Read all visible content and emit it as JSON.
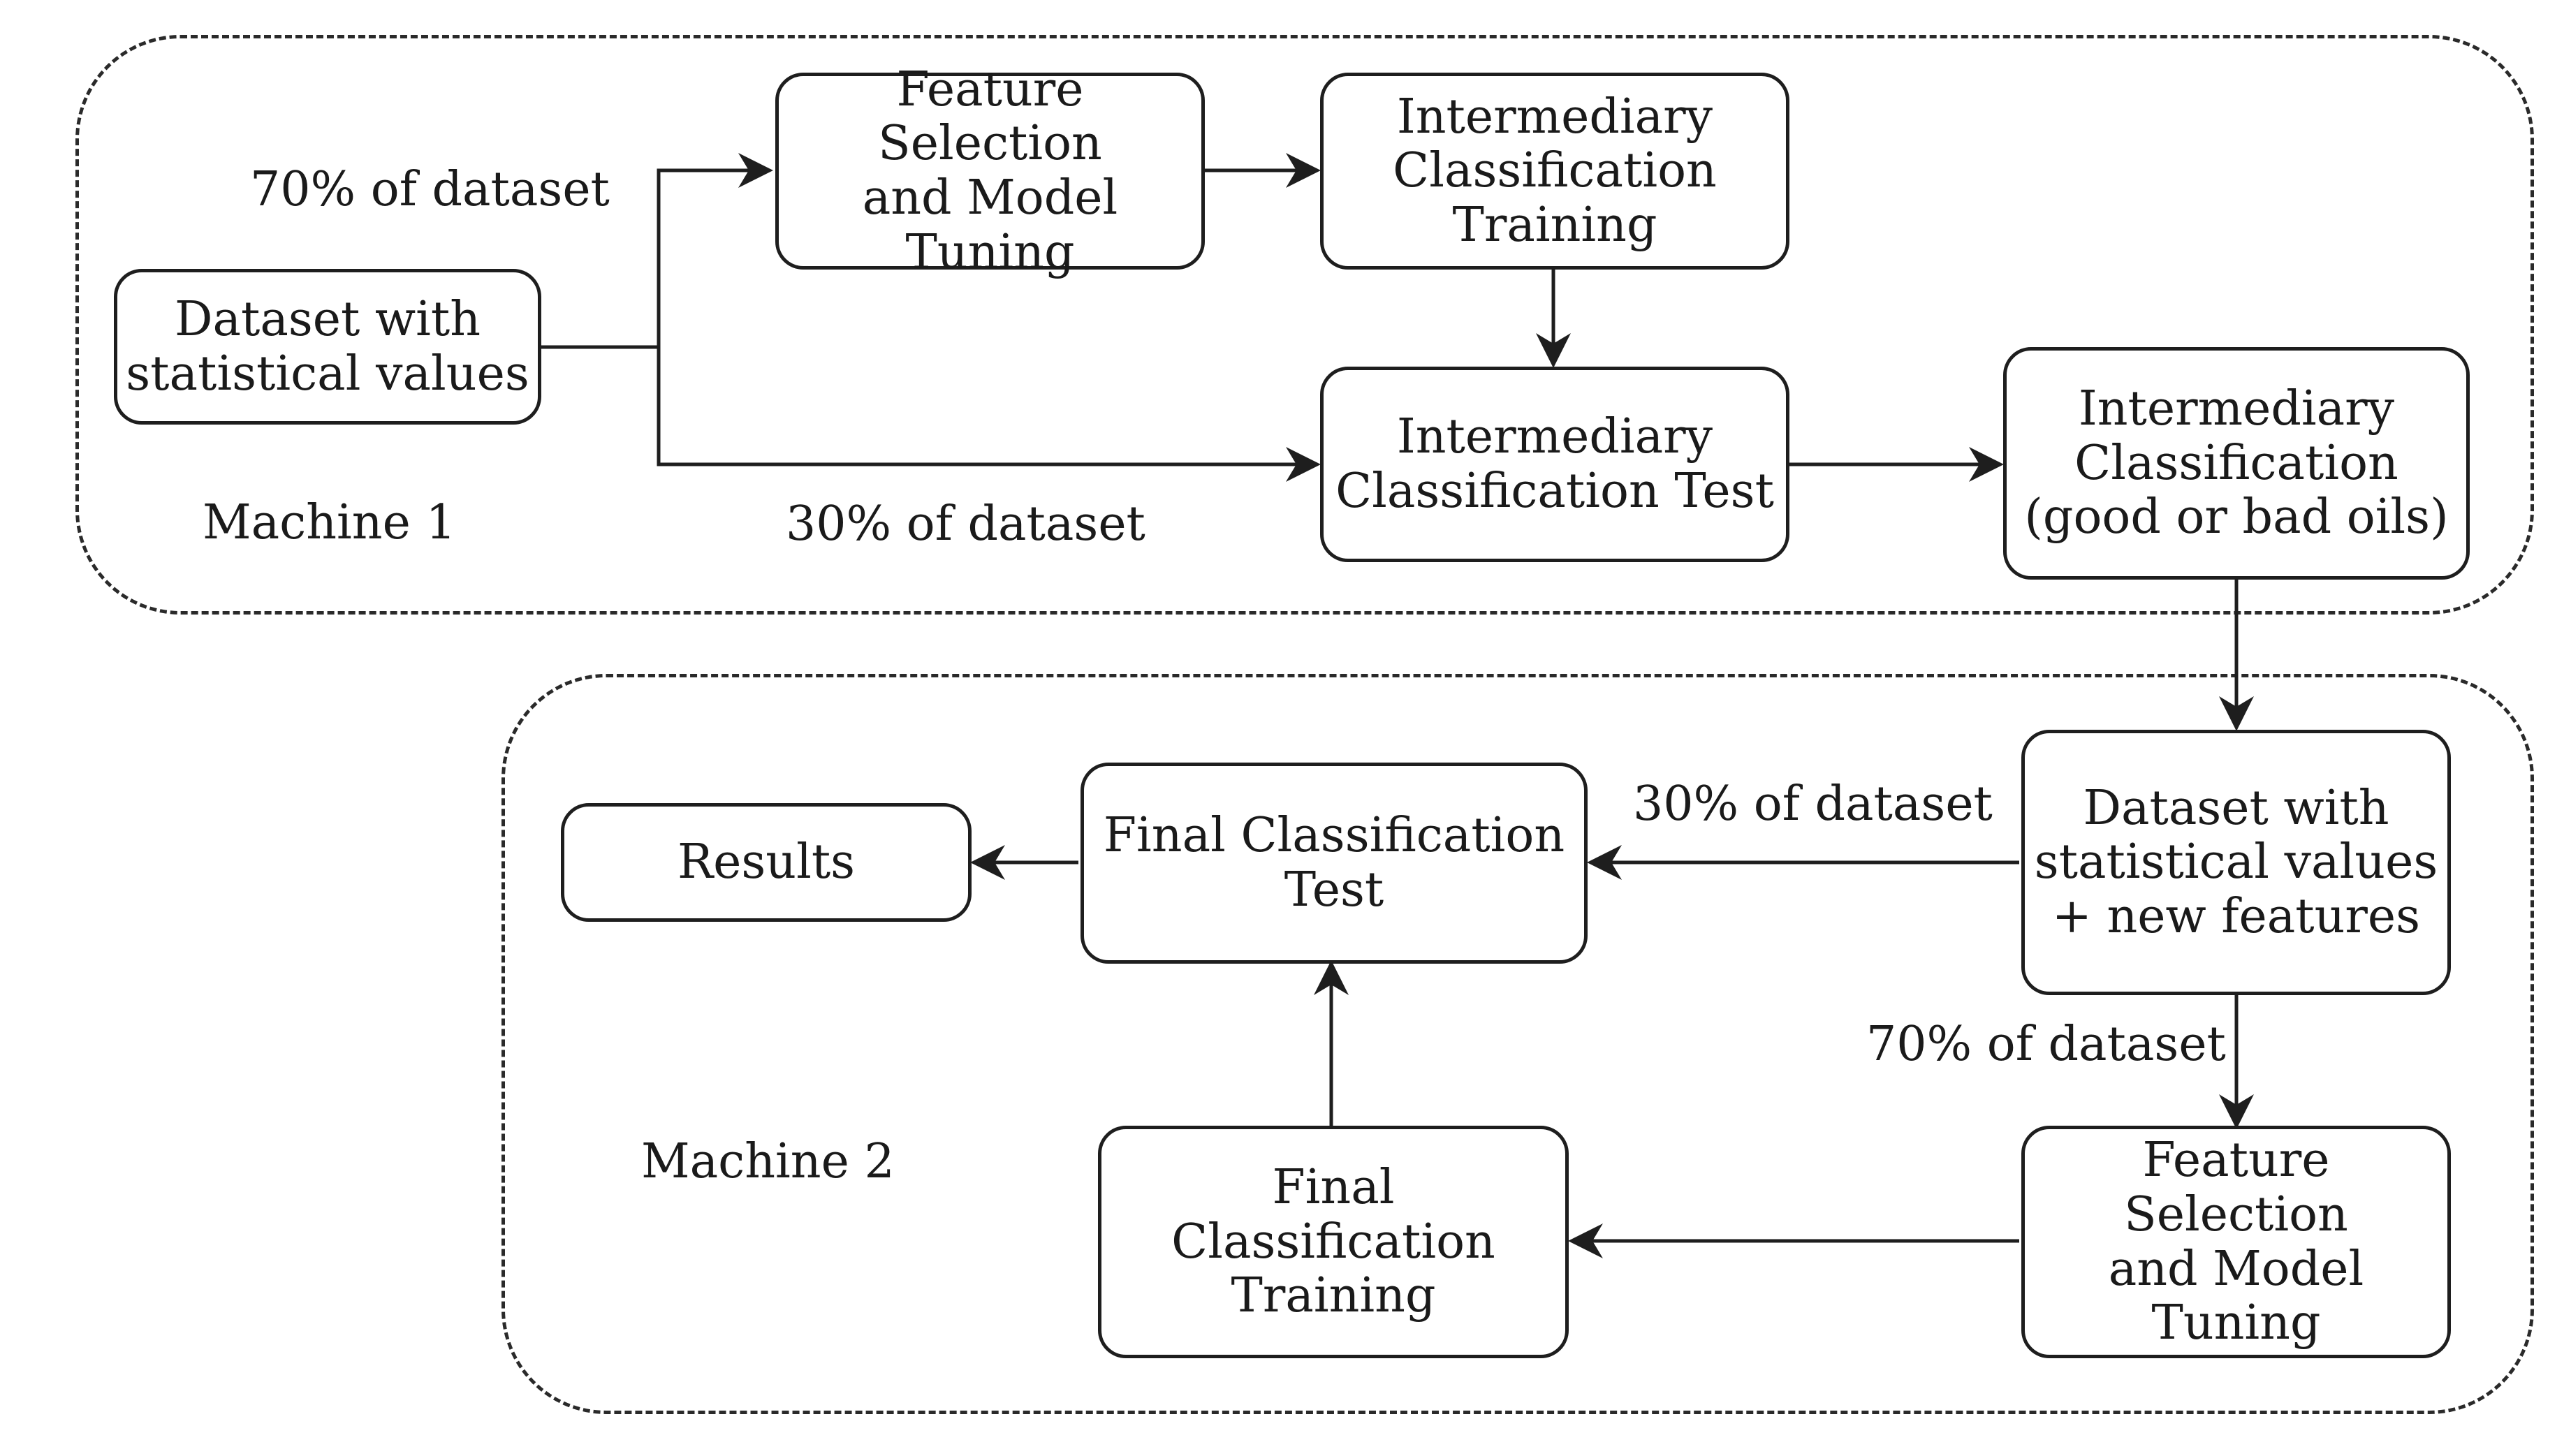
{
  "machine1": {
    "label": "Machine 1",
    "nodes": {
      "dataset": "Dataset with\nstatistical values",
      "feature_selection": "Feature Selection\nand Model\nTuning",
      "intermediary_training": "Intermediary\nClassification\nTraining",
      "intermediary_test": "Intermediary\nClassification Test",
      "intermediary_classification": "Intermediary\nClassification\n(good or bad oils)"
    },
    "edge_labels": {
      "split_70": "70% of dataset",
      "split_30": "30% of dataset"
    }
  },
  "machine2": {
    "label": "Machine 2",
    "nodes": {
      "dataset_new": "Dataset with\nstatistical values\n+ new features",
      "final_test": "Final Classification\nTest",
      "results": "Results",
      "final_training": "Final Classification\nTraining",
      "feature_selection": "Feature Selection\nand Model\nTuning"
    },
    "edge_labels": {
      "split_30": "30% of dataset",
      "split_70": "70% of dataset"
    }
  }
}
